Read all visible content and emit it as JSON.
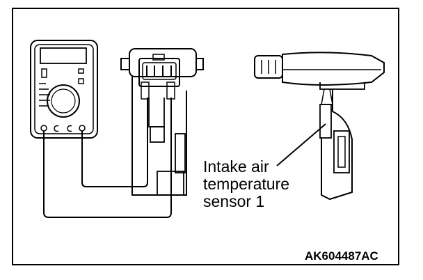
{
  "figure": {
    "callout_line1": "Intake air",
    "callout_line2": "temperature",
    "callout_line3": "sensor 1",
    "figure_code": "AK604487AC"
  },
  "colors": {
    "ink": "#000000",
    "paper": "#ffffff",
    "shade": "#e6e6e6"
  }
}
